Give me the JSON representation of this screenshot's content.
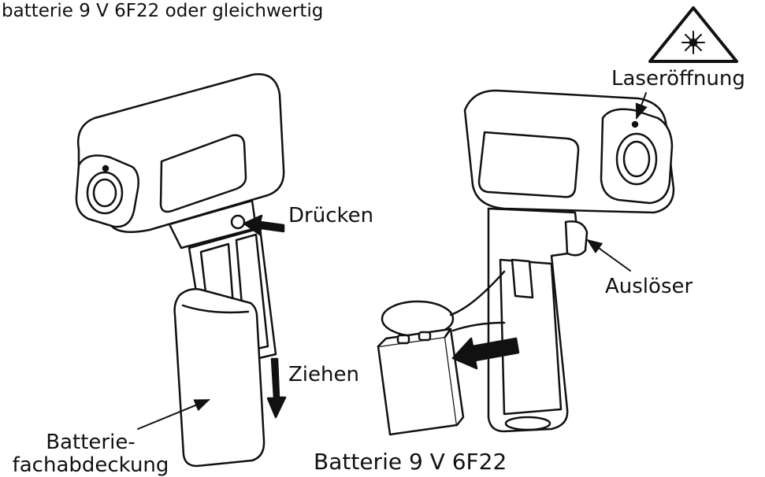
{
  "header_text": "batterie 9 V 6F22 oder gleichwertig",
  "labels": {
    "laser_opening": "Laseröffnung",
    "press": "Drücken",
    "trigger": "Auslöser",
    "pull": "Ziehen",
    "battery_cover_line1": "Batterie-",
    "battery_cover_line2": "fachabdeckung",
    "battery": "Batterie 9 V 6F22"
  },
  "colors": {
    "line": "#111111",
    "background": "#ffffff"
  },
  "icons": [
    "laser-warning-icon"
  ]
}
